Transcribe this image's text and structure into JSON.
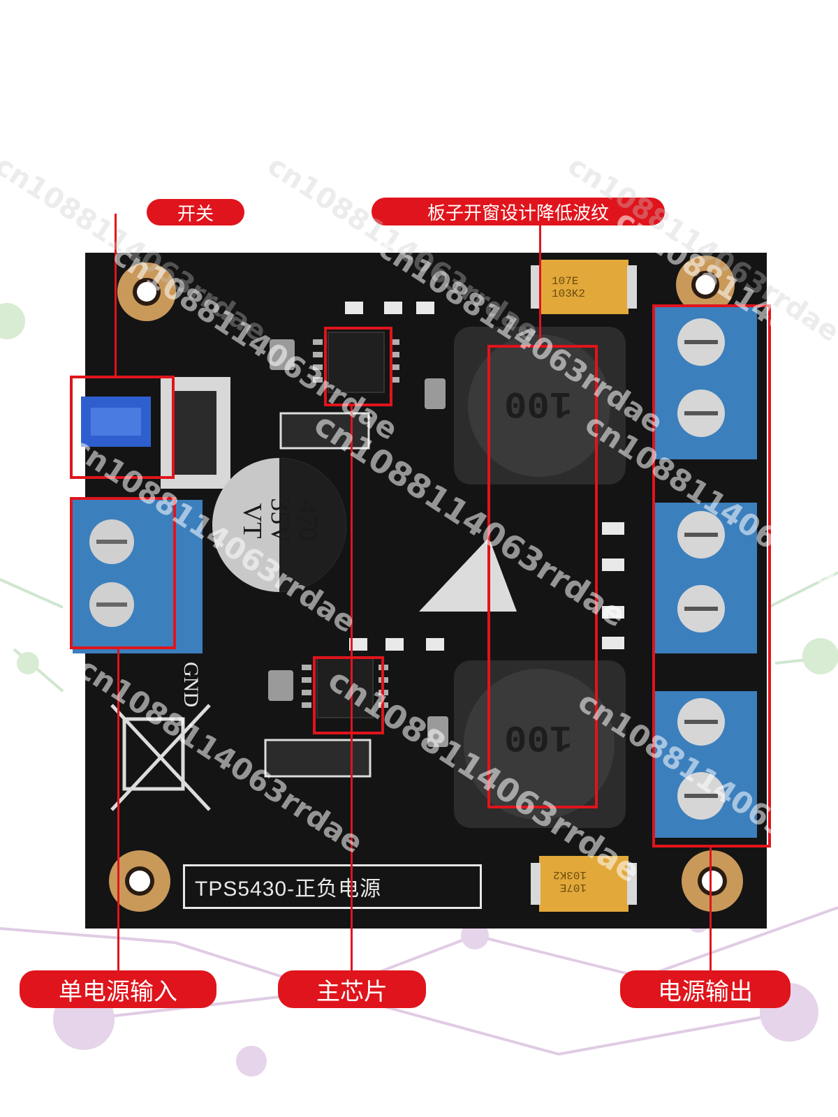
{
  "callouts": {
    "switch": "开关",
    "window_design": "板子开窗设计降低波纹",
    "single_input": "单电源输入",
    "main_chip": "主芯片",
    "power_output": "电源输出"
  },
  "board": {
    "label": "TPS5430-正负电源",
    "gnd": "GND",
    "inductor_marking": "100",
    "capacitor_marking": [
      "470",
      "35V",
      "VT"
    ],
    "tantalum_marking": [
      "107E",
      "103K2"
    ]
  },
  "watermark": "cn1088114063rrdae",
  "colors": {
    "callout_red": "#e0141c",
    "pcb_black": "#141414",
    "terminal_blue": "#3c7fbd",
    "switch_blue": "#2f5fcf"
  }
}
